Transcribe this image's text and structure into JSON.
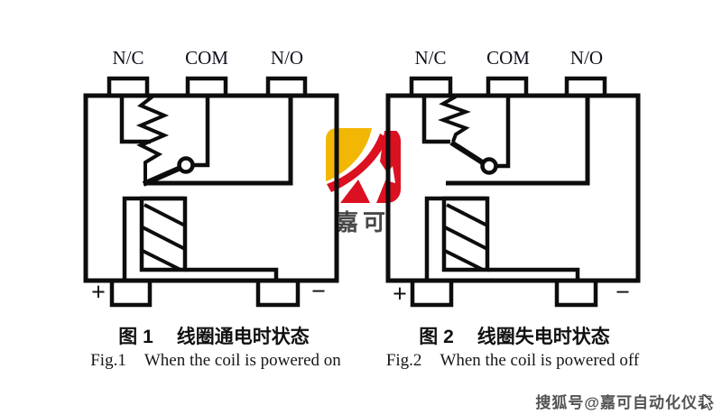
{
  "figure1": {
    "terminal_nc": "N/C",
    "terminal_com": "COM",
    "terminal_no": "N/O",
    "terminal_positive": "+",
    "terminal_negative": "−",
    "caption_number_zh": "图 1",
    "caption_title_zh": "线圈通电时状态",
    "caption_number_en": "Fig.1",
    "caption_title_en": "When the coil is powered on"
  },
  "figure2": {
    "terminal_nc": "N/C",
    "terminal_com": "COM",
    "terminal_no": "N/O",
    "terminal_positive": "+",
    "terminal_negative": "−",
    "caption_number_zh": "图 2",
    "caption_title_zh": "线圈失电时状态",
    "caption_number_en": "Fig.2",
    "caption_title_en": "When the coil is powered off"
  },
  "watermark": {
    "brand_text": "嘉可",
    "logo_yellow": "#F2B705",
    "logo_red": "#DB1020"
  },
  "credit": {
    "text": "搜狐号@嘉可自动化仪表"
  },
  "line_color": "#0d0d0d"
}
